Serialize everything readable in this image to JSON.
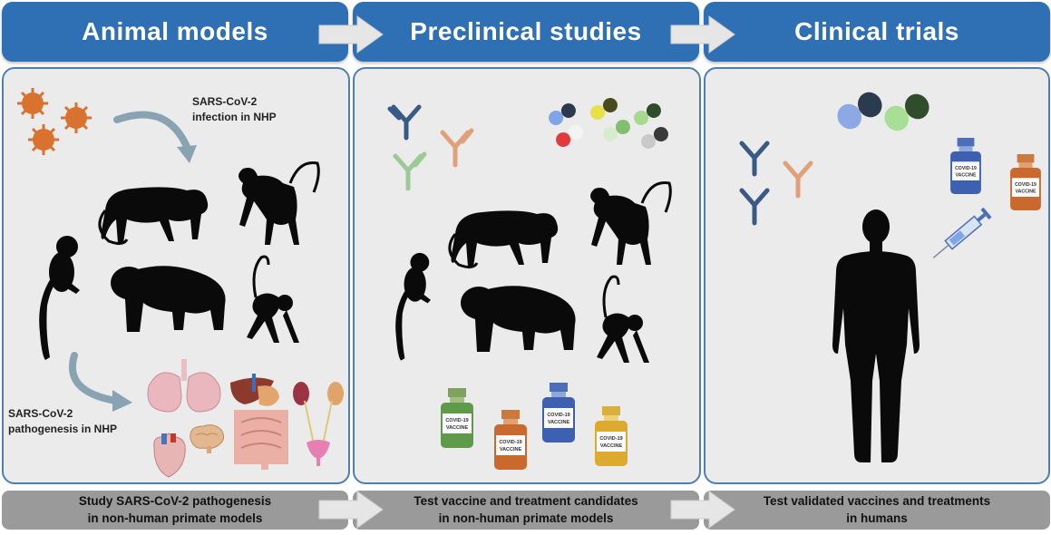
{
  "headers": {
    "animal_models": "Animal models",
    "preclinical": "Preclinical studies",
    "clinical": "Clinical trials"
  },
  "labels": {
    "infection": "SARS-CoV-2\ninfection in NHP",
    "pathogenesis": "SARS-CoV-2\npathogenesis in NHP",
    "vaccine_line1": "COVID-19",
    "vaccine_line2": "VACCINE"
  },
  "footers": {
    "animal": "Study SARS-CoV-2 pathogenesis\nin non-human primate models",
    "preclinical": "Test vaccine and treatment candidates\nin non-human primate models",
    "clinical": "Test validated vaccines and treatments\nin humans"
  },
  "colors": {
    "header_blue": "#2f6fb3",
    "panel_gray": "#ebebeb",
    "footer_gray": "#9a9a9a",
    "virus_orange": "#d9712f",
    "antibody_navy": "#3a5a86",
    "antibody_orange": "#e0a07a",
    "antibody_green": "#9cc998",
    "silhouette": "#0a0a0a"
  }
}
